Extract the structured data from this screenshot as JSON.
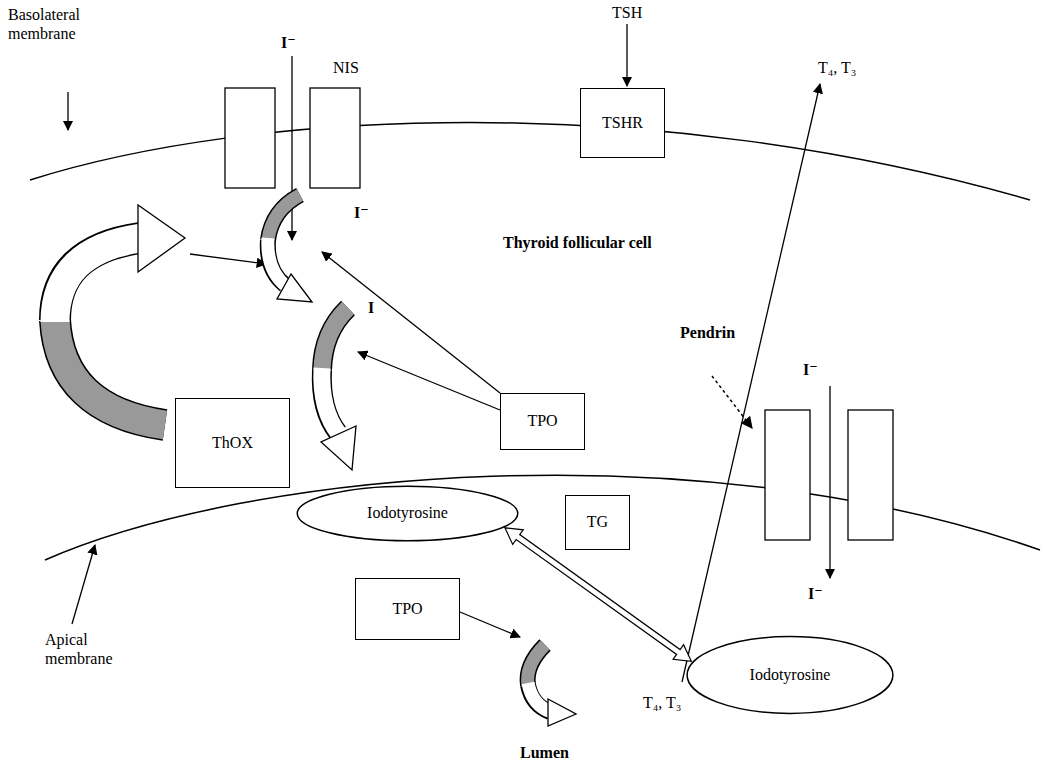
{
  "diagram": {
    "nodes": [
      {
        "text": [
          "TSHR"
        ]
      },
      {
        "text": [
          "TPO"
        ]
      },
      {
        "text": [
          "ThOX"
        ]
      },
      {
        "text": [
          "Iodotyrosine"
        ]
      },
      {
        "text": [
          "TG"
        ]
      },
      {
        "text": [
          "TPO"
        ]
      },
      {
        "text": [
          "Iodotyrosine"
        ]
      }
    ],
    "edges": [
      {
        "from": 3,
        "to": 6,
        "arrow": "both"
      }
    ],
    "labels": [
      "Basolateral membrane",
      "I⁻",
      "NIS",
      "TSH",
      "T₄, T₃",
      "I⁻",
      "Thyroid follicular cell",
      "I",
      "Pendrin",
      "I⁻",
      "I⁻",
      "T₄, T₃",
      "Apical membrane",
      "Lumen"
    ]
  }
}
